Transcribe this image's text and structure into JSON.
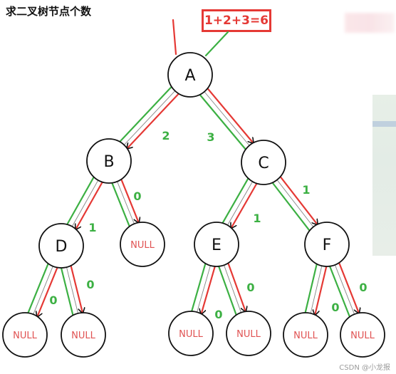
{
  "title": "求二叉树节点个数",
  "result": "1+2+3=6",
  "watermark": "CSDN @小龙报",
  "colors": {
    "red": "#e53935",
    "green": "#3cb043",
    "node_stroke": "#111111",
    "null_text": "#e05252"
  },
  "nodes": [
    {
      "id": "A",
      "label": "A"
    },
    {
      "id": "B",
      "label": "B"
    },
    {
      "id": "C",
      "label": "C"
    },
    {
      "id": "D",
      "label": "D"
    },
    {
      "id": "E",
      "label": "E"
    },
    {
      "id": "F",
      "label": "F"
    },
    {
      "id": "NB",
      "label": "NULL"
    },
    {
      "id": "DL",
      "label": "NULL"
    },
    {
      "id": "DR",
      "label": "NULL"
    },
    {
      "id": "EL",
      "label": "NULL"
    },
    {
      "id": "ER",
      "label": "NULL"
    },
    {
      "id": "FL",
      "label": "NULL"
    },
    {
      "id": "FR",
      "label": "NULL"
    }
  ],
  "edges": [
    {
      "from": "A",
      "to": "B",
      "return_value": "2"
    },
    {
      "from": "A",
      "to": "C",
      "return_value": "3"
    },
    {
      "from": "B",
      "to": "D",
      "return_value": "1"
    },
    {
      "from": "B",
      "to": "NB",
      "return_value": "0"
    },
    {
      "from": "C",
      "to": "E",
      "return_value": "1"
    },
    {
      "from": "C",
      "to": "F",
      "return_value": "1"
    },
    {
      "from": "D",
      "to": "DL",
      "return_value": "0"
    },
    {
      "from": "D",
      "to": "DR",
      "return_value": "0"
    },
    {
      "from": "E",
      "to": "EL",
      "return_value": "0"
    },
    {
      "from": "E",
      "to": "ER",
      "return_value": "0"
    },
    {
      "from": "F",
      "to": "FL",
      "return_value": "0"
    },
    {
      "from": "F",
      "to": "FR",
      "return_value": "0"
    }
  ]
}
